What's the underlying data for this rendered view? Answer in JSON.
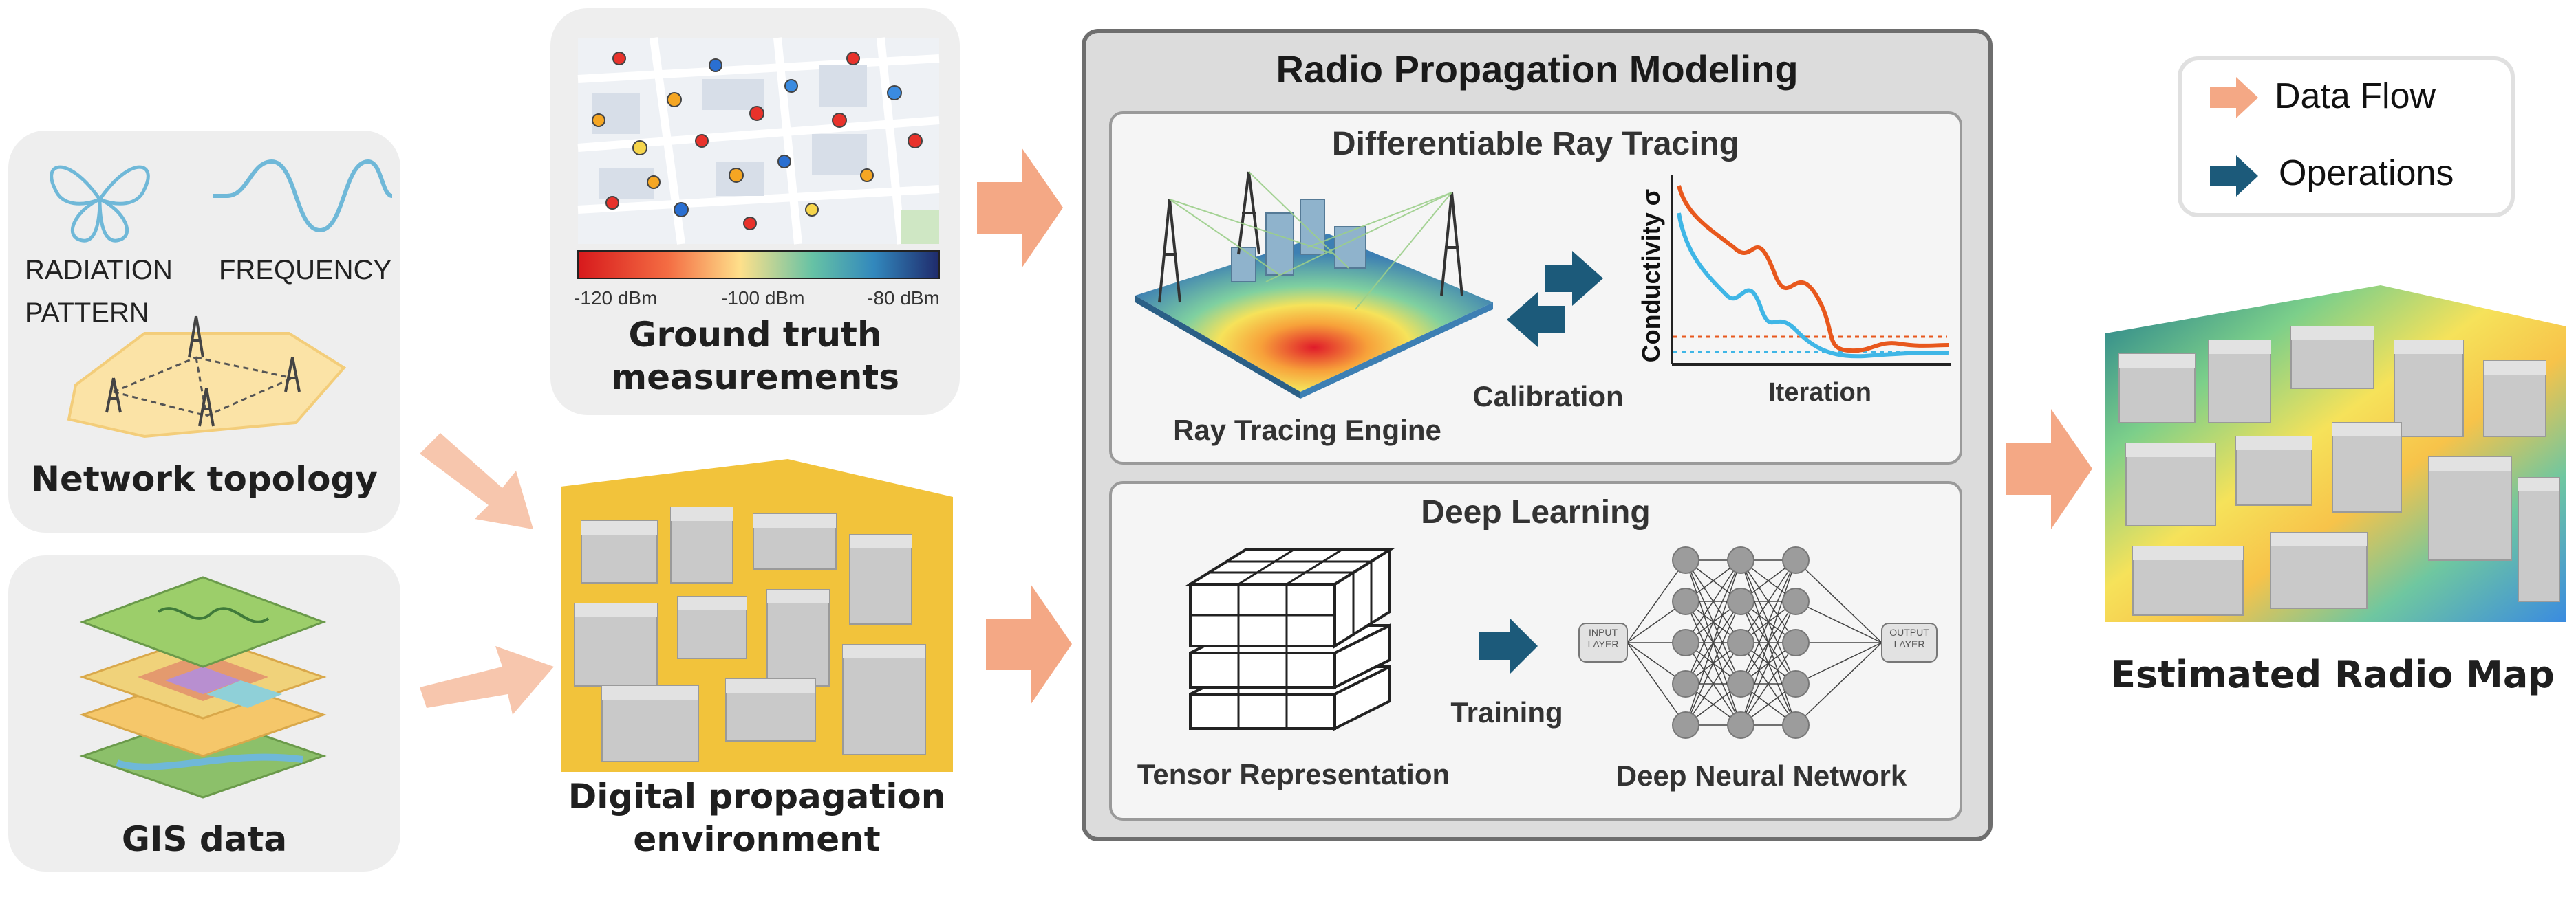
{
  "inputs": {
    "network": {
      "radiation_label": "RADIATION\nPATTERN",
      "frequency_label": "FREQUENCY",
      "caption": "Network topology"
    },
    "gis": {
      "caption": "GIS data"
    },
    "measurements": {
      "caption": "Ground truth\nmeasurements",
      "scale_min": "-120 dBm",
      "scale_mid": "-100 dBm",
      "scale_max": "-80 dBm"
    },
    "environment": {
      "caption": "Digital propagation\nenvironment"
    }
  },
  "modeling": {
    "title": "Radio Propagation Modeling",
    "ray_tracing": {
      "title": "Differentiable Ray Tracing",
      "engine_label": "Ray Tracing Engine",
      "calibration_label": "Calibration",
      "y_axis": "Conductivity σ",
      "x_axis": "Iteration"
    },
    "deep_learning": {
      "title": "Deep Learning",
      "tensor_label": "Tensor Representation",
      "training_label": "Training",
      "network_label": "Deep Neural Network",
      "input_layer": "INPUT\nLAYER",
      "output_layer": "OUTPUT\nLAYER"
    }
  },
  "legend": {
    "data_flow": "Data Flow",
    "operations": "Operations",
    "data_flow_color": "#f4a885",
    "operations_color": "#1c5a7a"
  },
  "output": {
    "caption": "Estimated Radio Map"
  }
}
